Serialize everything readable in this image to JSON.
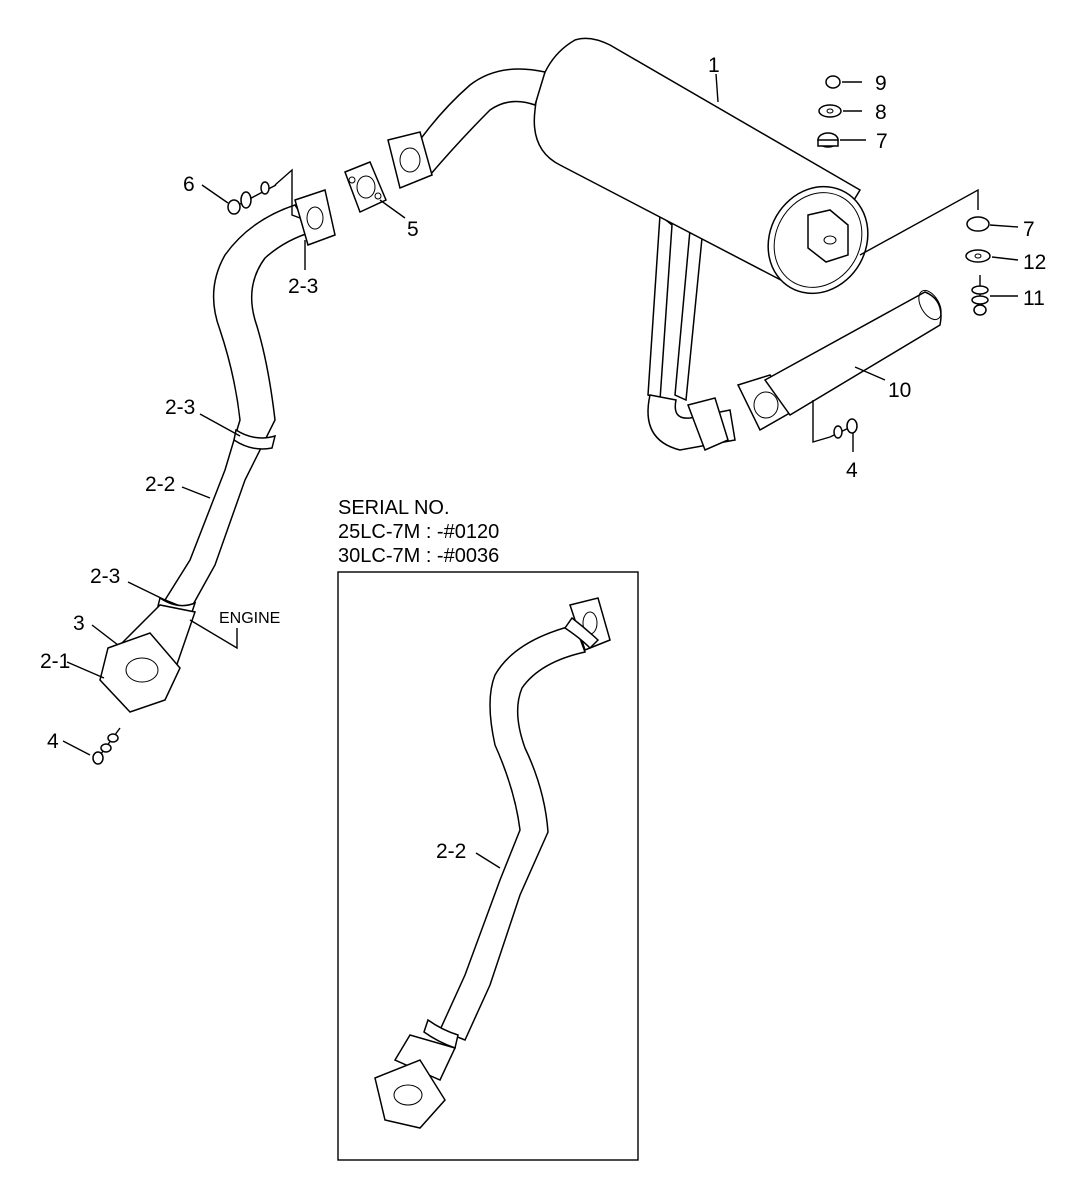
{
  "labels": {
    "l1": "1",
    "l9": "9",
    "l8": "8",
    "l7a": "7",
    "l7b": "7",
    "l12": "12",
    "l11": "11",
    "l10": "10",
    "l4a": "4",
    "l4b": "4",
    "l6": "6",
    "l5": "5",
    "l23a": "2-3",
    "l23b": "2-3",
    "l23c": "2-3",
    "l22a": "2-2",
    "l22b": "2-2",
    "l21": "2-1",
    "l3": "3",
    "engine": "ENGINE"
  },
  "serial": {
    "heading": "SERIAL NO.",
    "line1": "25LC-7M : -#0120",
    "line2": "30LC-7M : -#0036"
  }
}
